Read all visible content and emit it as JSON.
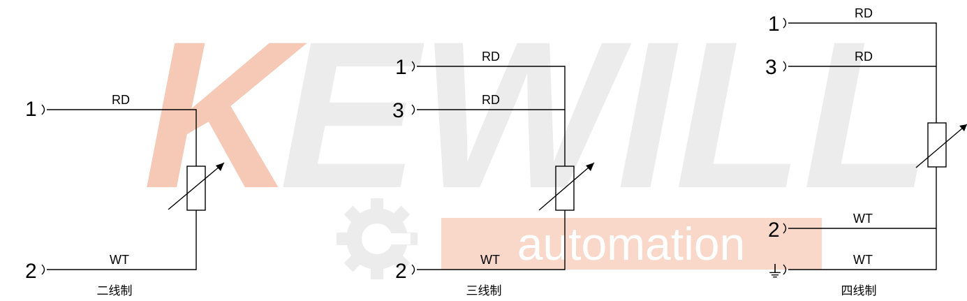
{
  "watermark": {
    "brand_first": "K",
    "brand_rest": "EWILL",
    "sub": "automation",
    "brand_accent": "#f6c8b6",
    "brand_grey": "#ececec",
    "sub_accent": "#f9d7c9",
    "gear": "#ececec"
  },
  "diagrams": [
    {
      "caption": "二线制",
      "terminals": [
        "1",
        "2"
      ],
      "wire_labels": [
        "RD",
        "WT"
      ]
    },
    {
      "caption": "三线制",
      "terminals": [
        "1",
        "3",
        "2"
      ],
      "wire_labels": [
        "RD",
        "RD",
        "WT"
      ]
    },
    {
      "caption": "四线制",
      "terminals": [
        "1",
        "3",
        "2",
        "⏚"
      ],
      "wire_labels": [
        "RD",
        "RD",
        "WT",
        "WT"
      ]
    }
  ]
}
